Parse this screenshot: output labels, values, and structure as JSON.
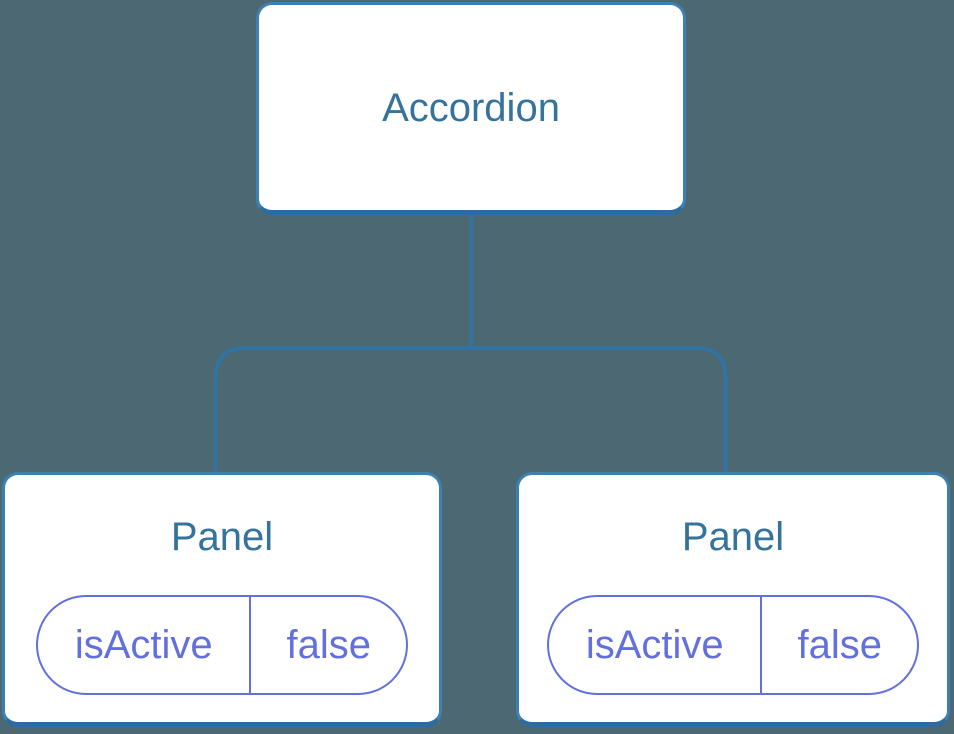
{
  "tree": {
    "root": {
      "label": "Accordion"
    },
    "children": [
      {
        "label": "Panel",
        "prop": {
          "name": "isActive",
          "value": "false"
        }
      },
      {
        "label": "Panel",
        "prop": {
          "name": "isActive",
          "value": "false"
        }
      }
    ]
  },
  "colors": {
    "background": "#4c6873",
    "node_fill": "#ffffff",
    "node_border": "#3d80b2",
    "node_border_bottom": "#2d6ca1",
    "node_label": "#34739c",
    "connector": "#2e74a8",
    "state_pill": "#6270de"
  }
}
